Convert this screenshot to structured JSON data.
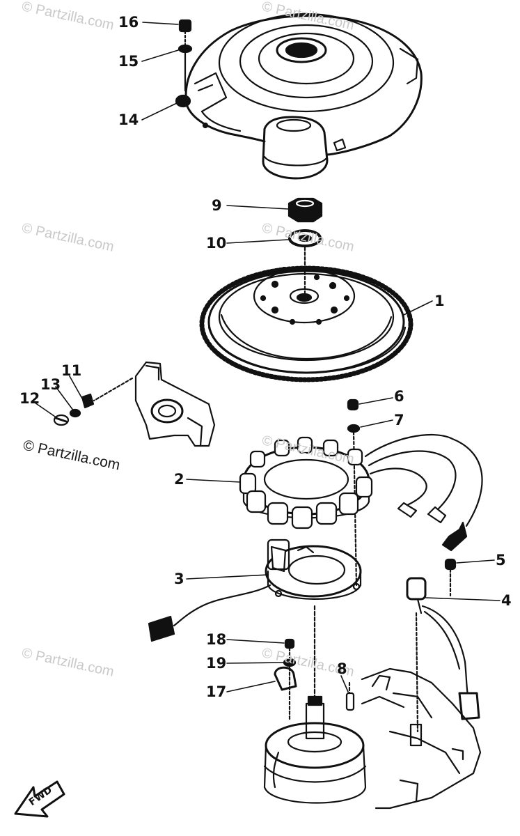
{
  "watermark": {
    "faded_text": "© Partzilla.com",
    "main_text": "© Partzilla.com"
  },
  "direction_marker": "FWD",
  "callouts": [
    {
      "id": "16",
      "label": "16",
      "part": "nut"
    },
    {
      "id": "15",
      "label": "15",
      "part": "washer"
    },
    {
      "id": "14",
      "label": "14",
      "part": "collar"
    },
    {
      "id": "9",
      "label": "9",
      "part": "flywheel-nut"
    },
    {
      "id": "10",
      "label": "10",
      "part": "flywheel-washer"
    },
    {
      "id": "1",
      "label": "1",
      "part": "flywheel"
    },
    {
      "id": "11",
      "label": "11",
      "part": "clip"
    },
    {
      "id": "13",
      "label": "13",
      "part": "washer"
    },
    {
      "id": "12",
      "label": "12",
      "part": "screw"
    },
    {
      "id": "6",
      "label": "6",
      "part": "screw"
    },
    {
      "id": "7",
      "label": "7",
      "part": "washer"
    },
    {
      "id": "2",
      "label": "2",
      "part": "stator-coil"
    },
    {
      "id": "5",
      "label": "5",
      "part": "screw"
    },
    {
      "id": "3",
      "label": "3",
      "part": "pulser-coil-base"
    },
    {
      "id": "4",
      "label": "4",
      "part": "pulser-coil"
    },
    {
      "id": "18",
      "label": "18",
      "part": "screw"
    },
    {
      "id": "19",
      "label": "19",
      "part": "washer"
    },
    {
      "id": "8",
      "label": "8",
      "part": "dowel-pin"
    },
    {
      "id": "17",
      "label": "17",
      "part": "clamp"
    }
  ]
}
